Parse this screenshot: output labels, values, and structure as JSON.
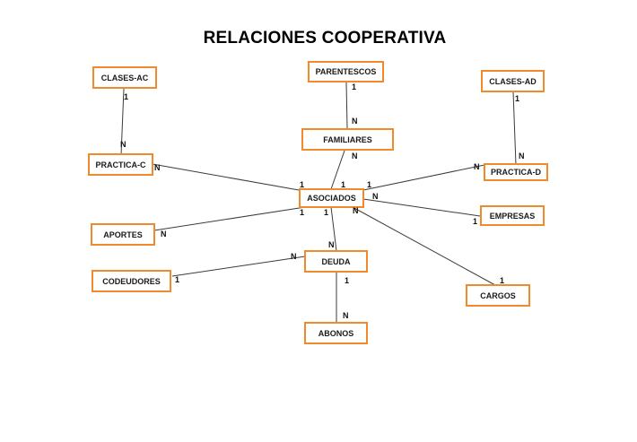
{
  "title": "RELACIONES COOPERATIVA",
  "entities": {
    "clases_ac": "CLASES-AC",
    "parentescos": "PARENTESCOS",
    "clases_ad": "CLASES-AD",
    "familiares": "FAMILIARES",
    "practica_c": "PRACTICA-C",
    "practica_d": "PRACTICA-D",
    "asociados": "ASOCIADOS",
    "empresas": "EMPRESAS",
    "aportes": "APORTES",
    "deuda": "DEUDA",
    "codeudores": "CODEUDORES",
    "cargos": "CARGOS",
    "abonos": "ABONOS"
  },
  "relationships": [
    {
      "from": "CLASES-AC",
      "to": "PRACTICA-C",
      "from_card": "1",
      "to_card": "N"
    },
    {
      "from": "PARENTESCOS",
      "to": "FAMILIARES",
      "from_card": "1",
      "to_card": "N"
    },
    {
      "from": "CLASES-AD",
      "to": "PRACTICA-D",
      "from_card": "1",
      "to_card": "N"
    },
    {
      "from": "ASOCIADOS",
      "to": "FAMILIARES",
      "from_card": "1",
      "to_card": "N"
    },
    {
      "from": "ASOCIADOS",
      "to": "PRACTICA-C",
      "from_card": "1",
      "to_card": "N"
    },
    {
      "from": "ASOCIADOS",
      "to": "PRACTICA-D",
      "from_card": "1",
      "to_card": "N"
    },
    {
      "from": "ASOCIADOS",
      "to": "APORTES",
      "from_card": "1",
      "to_card": "N"
    },
    {
      "from": "ASOCIADOS",
      "to": "DEUDA",
      "from_card": "1",
      "to_card": "N"
    },
    {
      "from": "EMPRESAS",
      "to": "ASOCIADOS",
      "from_card": "1",
      "to_card": "N"
    },
    {
      "from": "CARGOS",
      "to": "ASOCIADOS",
      "from_card": "1",
      "to_card": "N"
    },
    {
      "from": "CODEUDORES",
      "to": "DEUDA",
      "from_card": "1",
      "to_card": "N"
    },
    {
      "from": "DEUDA",
      "to": "ABONOS",
      "from_card": "1",
      "to_card": "N"
    }
  ],
  "cards": {
    "one": "1",
    "many": "N"
  }
}
